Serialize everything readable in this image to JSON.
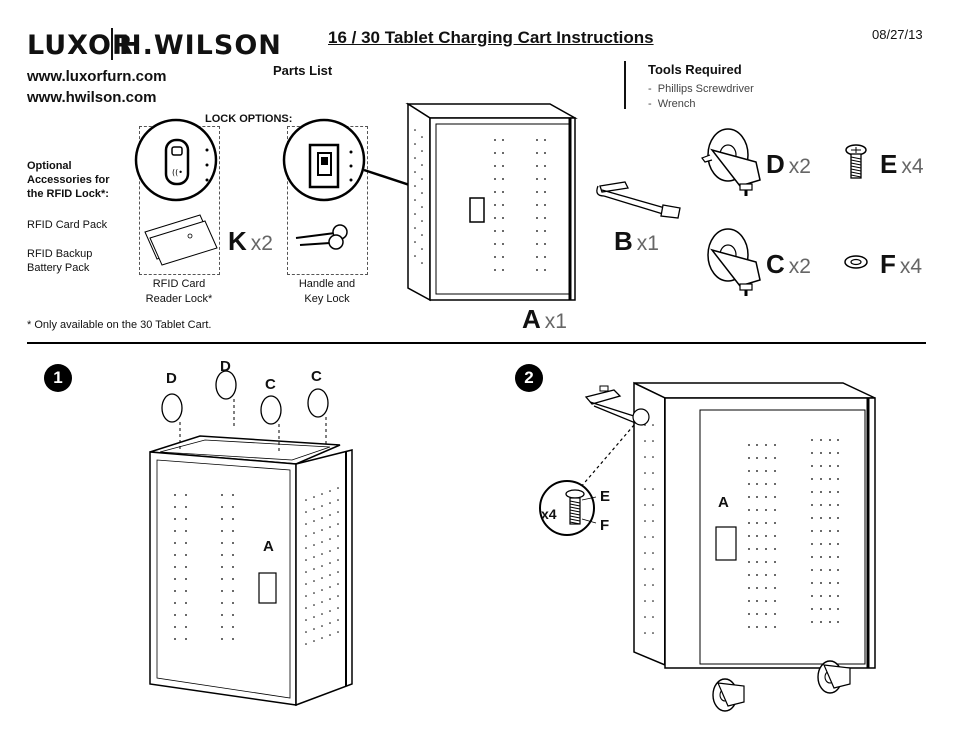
{
  "header": {
    "brand_left": "LUXOR",
    "brand_right": "H.WILSON",
    "title": "16 / 30 Tablet Charging Cart Instructions",
    "date": "08/27/13",
    "urls": [
      "www.luxorfurn.com",
      "www.hwilson.com"
    ]
  },
  "parts_list": {
    "heading": "Parts List",
    "lock_options_heading": "LOCK OPTIONS:",
    "optional_accessories": [
      "Optional",
      "Accessories for",
      "the RFID Lock*:"
    ],
    "accessory_items": [
      "RFID Card Pack",
      "RFID Backup",
      "Battery Pack"
    ],
    "footnote": "* Only available on the 30 Tablet Cart.",
    "lock_captions": {
      "rfid": [
        "RFID Card",
        "Reader Lock*"
      ],
      "handle": [
        "Handle and",
        "Key Lock"
      ]
    },
    "parts": [
      {
        "letter": "K",
        "qty": "x2"
      },
      {
        "letter": "A",
        "qty": "x1"
      },
      {
        "letter": "B",
        "qty": "x1"
      },
      {
        "letter": "C",
        "qty": "x2"
      },
      {
        "letter": "D",
        "qty": "x2"
      },
      {
        "letter": "E",
        "qty": "x4"
      },
      {
        "letter": "F",
        "qty": "x4"
      }
    ]
  },
  "tools": {
    "heading": "Tools Required",
    "items": [
      "Phillips Screwdriver",
      "Wrench"
    ]
  },
  "steps": [
    {
      "number": "1",
      "labels": {
        "d1": "D",
        "d2": "D",
        "c1": "C",
        "c2": "C",
        "a": "A"
      }
    },
    {
      "number": "2",
      "labels": {
        "e": "E",
        "f": "F",
        "a": "A",
        "qty": "x4"
      }
    }
  ]
}
